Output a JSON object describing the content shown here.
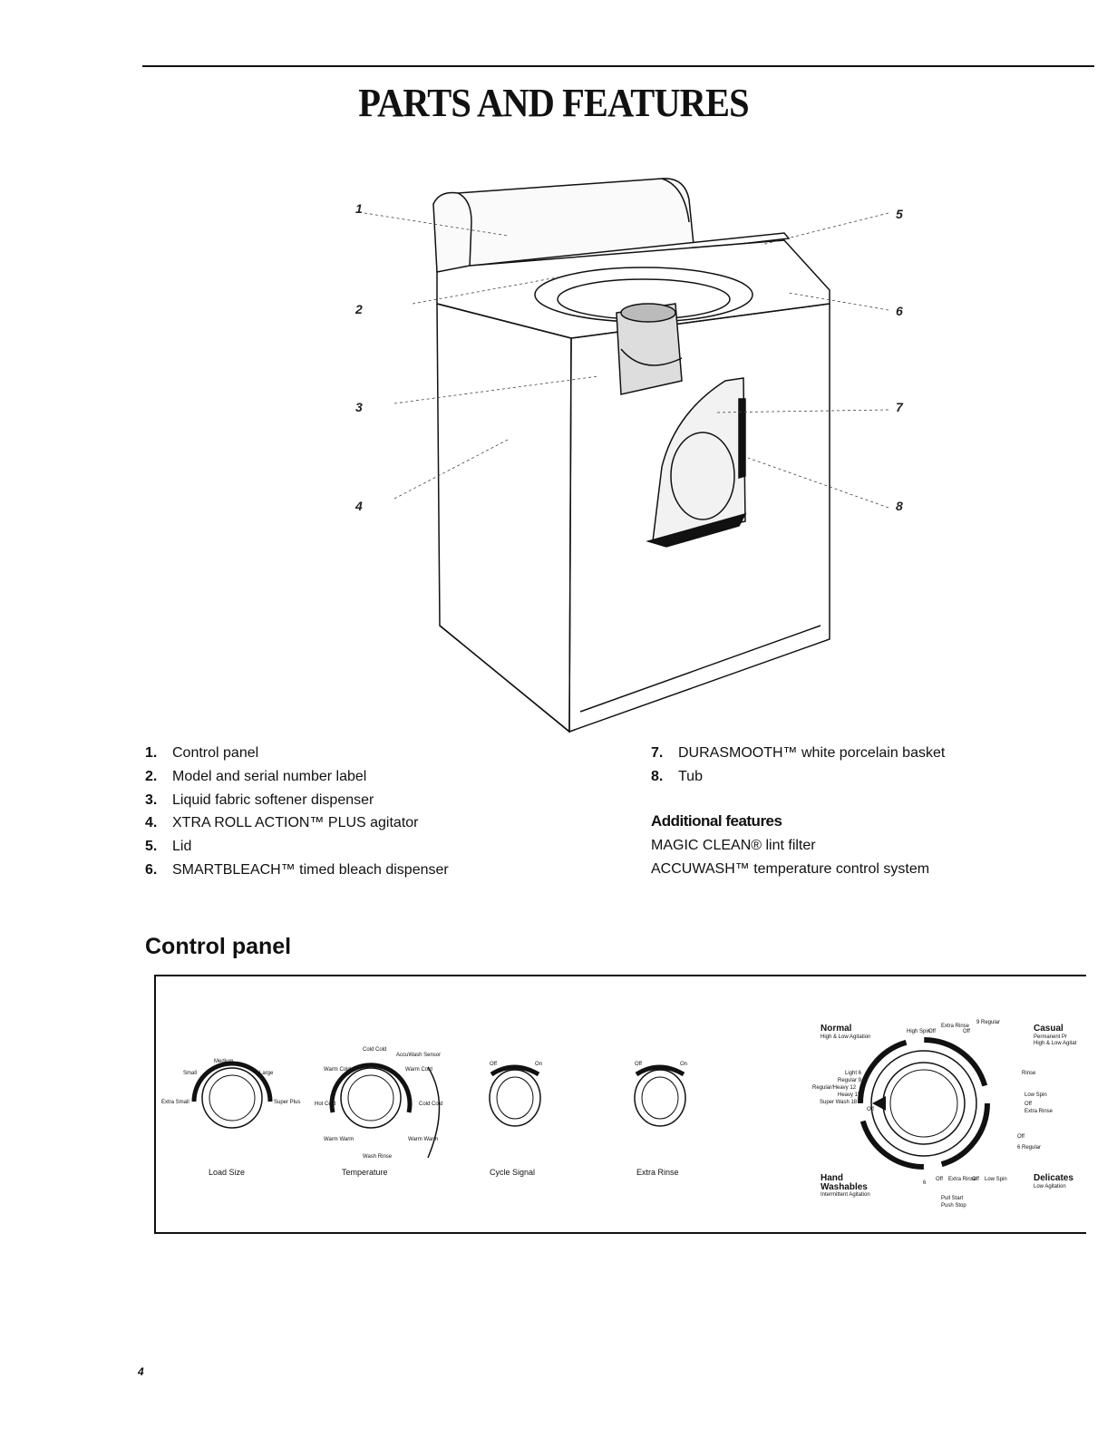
{
  "title": "PARTS AND FEATURES",
  "callouts": [
    "1",
    "2",
    "3",
    "4",
    "5",
    "6",
    "7",
    "8"
  ],
  "parts_left": [
    {
      "num": "1.",
      "label": "Control panel"
    },
    {
      "num": "2.",
      "label": "Model and serial number label"
    },
    {
      "num": "3.",
      "label": "Liquid fabric softener dispenser"
    },
    {
      "num": "4.",
      "label": "XTRA ROLL ACTION™ PLUS agitator"
    },
    {
      "num": "5.",
      "label": "Lid"
    },
    {
      "num": "6.",
      "label": "SMARTBLEACH™ timed bleach dispenser"
    }
  ],
  "parts_right": [
    {
      "num": "7.",
      "label": "DURASMOOTH™ white porcelain basket"
    },
    {
      "num": "8.",
      "label": "Tub"
    }
  ],
  "additional": {
    "heading": "Additional features",
    "items": [
      "MAGIC CLEAN® lint filter",
      "ACCUWASH™ temperature control system"
    ]
  },
  "control_panel": {
    "heading": "Control panel",
    "load_size": {
      "label": "Load Size",
      "options": [
        "Extra Small",
        "Small",
        "Medium",
        "Large",
        "Super Plus"
      ]
    },
    "temperature": {
      "label": "Temperature",
      "sensor": "AccuWash Sensor",
      "options": [
        "Cold Cold",
        "Warm Cold",
        "Warm Cold",
        "Hot Cold",
        "Cold Cold",
        "Warm Warm",
        "Warm Warm",
        "Wash Rinse"
      ]
    },
    "cycle_signal": {
      "label": "Cycle Signal",
      "off": "Off",
      "on": "On"
    },
    "extra_rinse": {
      "label": "Extra Rinse",
      "off": "Off",
      "on": "On"
    },
    "cycle_dial": {
      "normal": "Normal",
      "normal_sub": "High & Low Agitation",
      "casual": "Casual",
      "casual_sub": "Permanent Pr",
      "casual_sub2": "High & Low Agitat",
      "hand": "Hand",
      "hand2": "Washables",
      "hand_sub": "Intermittent Agitation",
      "delicates": "Delicates",
      "delicates_sub": "Low Agitation",
      "left_marks": [
        "Light 6",
        "Regular 9",
        "Regular/Heavy 12",
        "Heavy 15",
        "Super Wash 18",
        "Off"
      ],
      "top_marks": [
        "High Spin",
        "Off",
        "Extra Rinse",
        "Off",
        "9 Regular"
      ],
      "right_marks": [
        "Rinse",
        "Low Spin",
        "Off",
        "Extra Rinse",
        "Off",
        "6 Regular"
      ],
      "bottom_marks": [
        "Off",
        "Extra Rinse",
        "Off",
        "Low Spin",
        "Pull Start",
        "Push Stop",
        "6"
      ]
    }
  },
  "page_number": "4"
}
